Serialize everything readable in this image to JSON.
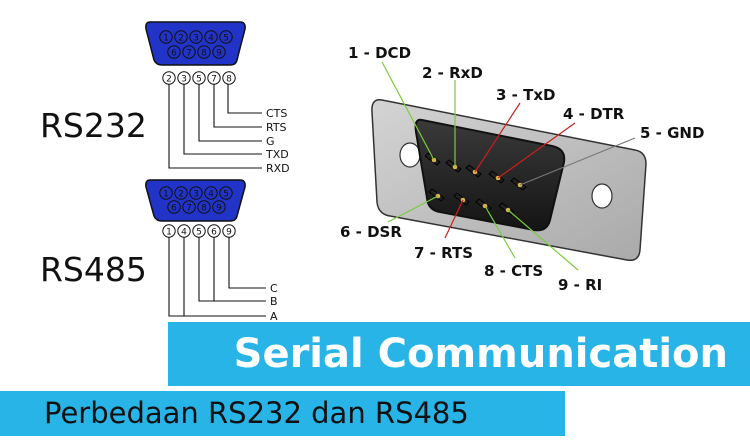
{
  "rs232": {
    "title": "RS232",
    "connector_top_pins": [
      "1",
      "2",
      "3",
      "4",
      "5"
    ],
    "connector_bottom_pins": [
      "6",
      "7",
      "8",
      "9"
    ],
    "used_pins": [
      "2",
      "3",
      "5",
      "7",
      "8"
    ],
    "signals": [
      "CTS",
      "RTS",
      "G",
      "TXD",
      "RXD"
    ]
  },
  "rs485": {
    "title": "RS485",
    "connector_top_pins": [
      "1",
      "2",
      "3",
      "4",
      "5"
    ],
    "connector_bottom_pins": [
      "6",
      "7",
      "8",
      "9"
    ],
    "used_pins": [
      "1",
      "4",
      "5",
      "6",
      "9"
    ],
    "signals": [
      "C",
      "B",
      "A"
    ]
  },
  "db9_labels": {
    "pin1": "1 - DCD",
    "pin2": "2 - RxD",
    "pin3": "3 - TxD",
    "pin4": "4 - DTR",
    "pin5": "5 - GND",
    "pin6": "6 - DSR",
    "pin7": "7 - RTS",
    "pin8": "8 - CTS",
    "pin9": "9 - RI"
  },
  "banner": {
    "title": "Serial Communication",
    "subtitle": "Perbedaan RS232 dan RS485"
  },
  "colors": {
    "connector_blue": "#2233c8",
    "banner_blue": "#28b4e6",
    "leader_green": "#7acc3a",
    "leader_red": "#c8201c",
    "leader_gray": "#777777"
  }
}
